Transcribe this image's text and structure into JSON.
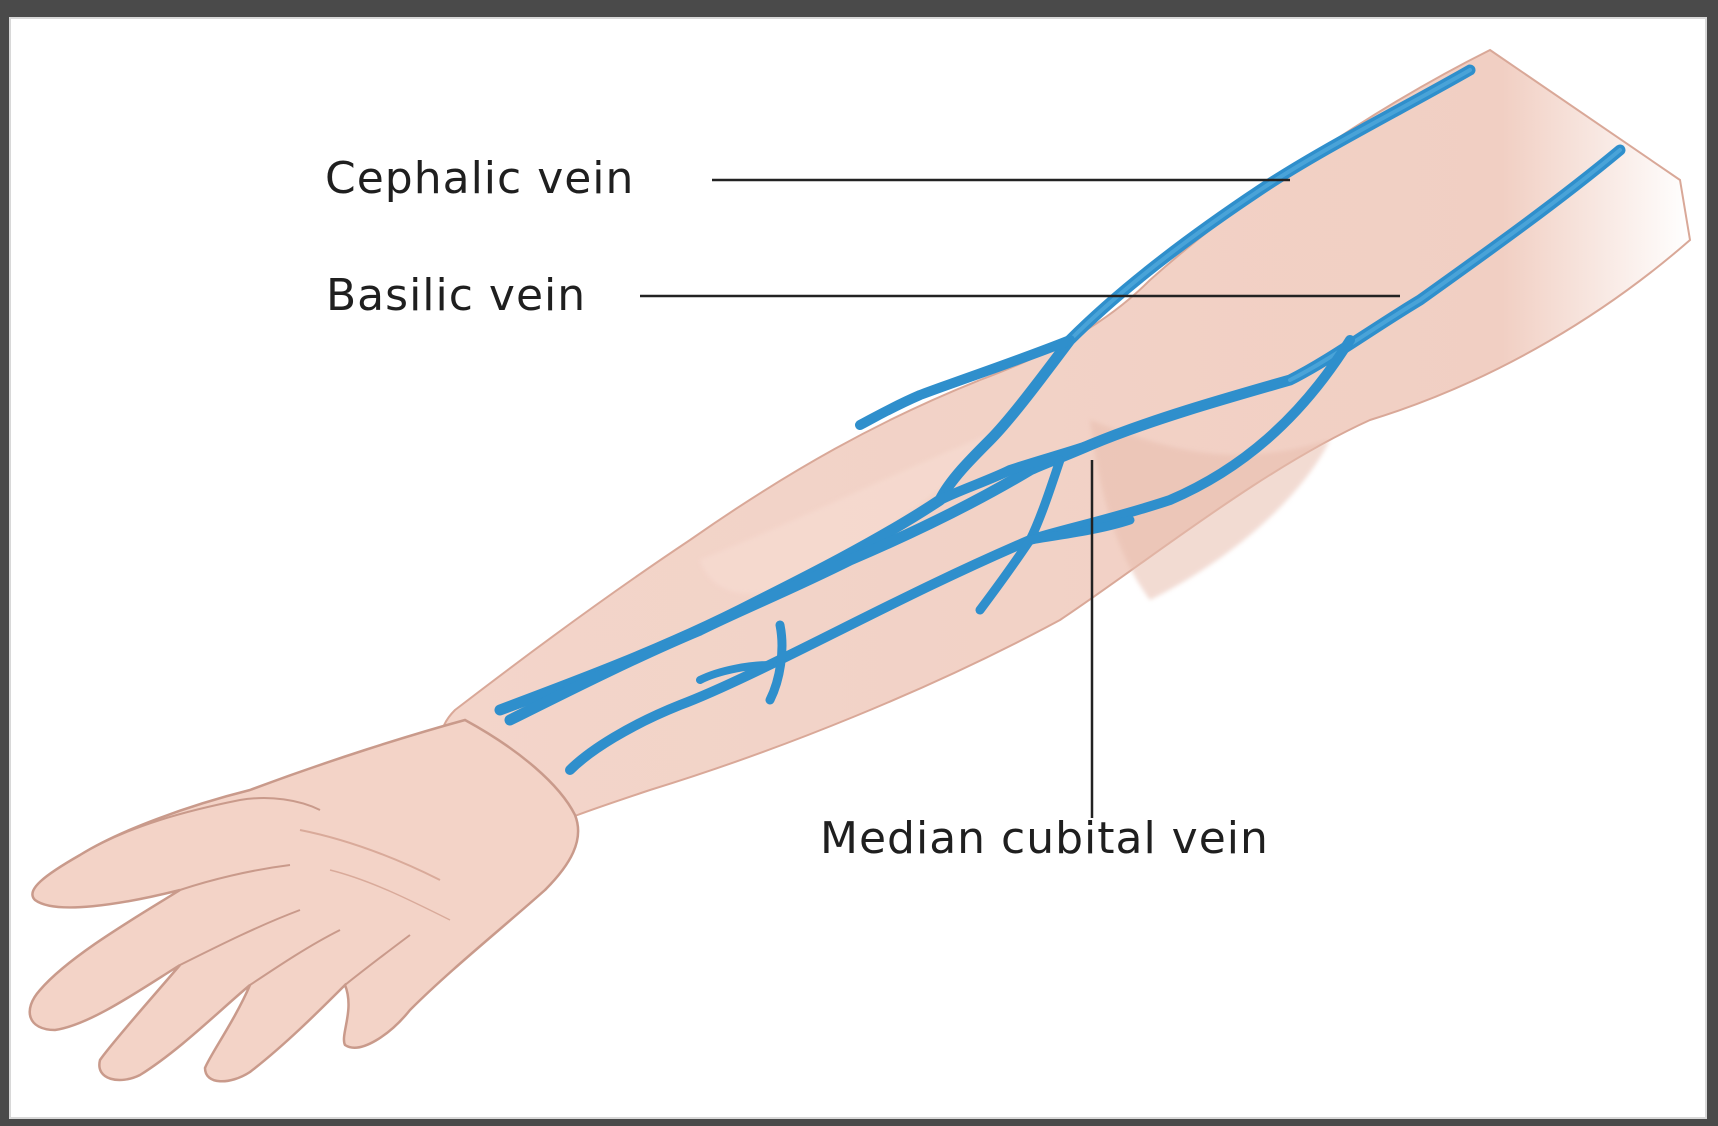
{
  "labels": {
    "cephalic": "Cephalic vein",
    "basilic": "Basilic vein",
    "median_cubital": "Median cubital vein"
  },
  "colors": {
    "outer_frame": "#4a4a4a",
    "panel": "#ffffff",
    "skin": "#f2d2c6",
    "skin_shadow": "#e2b4a6",
    "vein": "#2f8fcc",
    "vein_light": "#5cb1e0",
    "leader_line": "#222222",
    "label_text": "#1f1f1f"
  }
}
